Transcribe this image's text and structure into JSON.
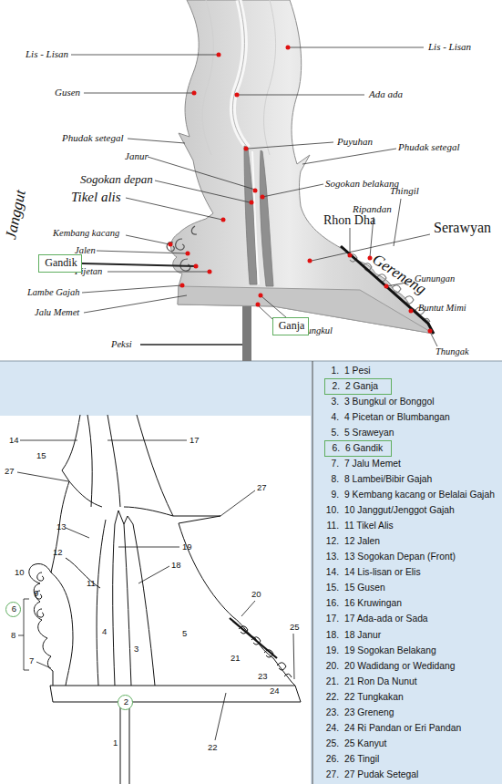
{
  "diagram": {
    "nodes": [
      {
        "text": [
          "Gandik"
        ]
      },
      {
        "text": [
          "Ganja"
        ]
      },
      {
        "text": [
          "6"
        ]
      },
      {
        "text": [
          "2"
        ]
      },
      {
        "text": [
          "2.",
          "2 Ganja"
        ]
      },
      {
        "text": [
          "6.",
          "6 Gandik"
        ]
      }
    ],
    "labels": [
      "Lis - Lisan",
      "Lis - Lisan",
      "Gusen",
      "Ada ada",
      "Phudak setegal",
      "Puyuhan",
      "Phudak setegal",
      "Janur",
      "Sogokan depan",
      "Sogokan belakang",
      "Tikel alis",
      "Janggut",
      "Thingil",
      "Ripandan",
      "Rhon Dha",
      "Serawyan",
      "Kembang kacang",
      "Jalen",
      "Gereneng",
      "Pijetan",
      "Gunungan",
      "Buntut Mimi",
      "Lambe Gajah",
      "Jalu Memet",
      "Bungkul",
      "Peksi",
      "Thungak",
      "14",
      "17",
      "15",
      "27",
      "27",
      "13",
      "12",
      "19",
      "18",
      "11",
      "10",
      "9",
      "8",
      "5",
      "4",
      "3",
      "7",
      "20",
      "25",
      "21",
      "23",
      "24",
      "22",
      "1",
      "1.",
      "1 Pesi",
      "3.",
      "3 Bungkul or Bonggol",
      "4.",
      "4 Picetan or Blumbangan",
      "5.",
      "5 Sraweyan",
      "7.",
      "7 Jalu Memet",
      "8.",
      "8 Lambei/Bibir Gajah",
      "9.",
      "9 Kembang kacang or Belalai Gajah",
      "10.",
      "10 Janggut/Jenggot Gajah",
      "11.",
      "11 Tikel Alis",
      "12.",
      "12 Jalen",
      "13.",
      "13 Sogokan Depan (Front)",
      "14.",
      "14 Lis-lisan or Elis",
      "15.",
      "15 Gusen",
      "16.",
      "16 Kruwingan",
      "17.",
      "17 Ada-ada or Sada",
      "18.",
      "18 Janur",
      "19.",
      "19 Sogokan Belakang",
      "20.",
      "20 Wadidang or Wedidang",
      "21.",
      "21 Ron Da Nunut",
      "22.",
      "22 Tungkakan",
      "23.",
      "23 Greneng",
      "24.",
      "24 Ri Pandan or Eri Pandan",
      "25.",
      "25 Kanyut",
      "26.",
      "26 Tingil",
      "27.",
      "27 Pudak Setegal"
    ]
  }
}
